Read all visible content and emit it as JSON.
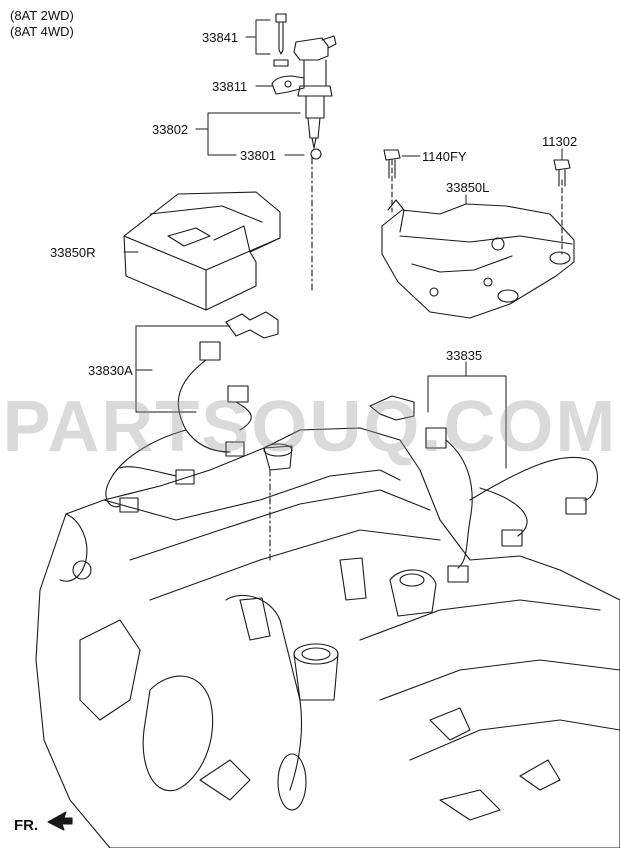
{
  "notes": [
    "(8AT 2WD)",
    "(8AT 4WD)"
  ],
  "parts": {
    "p33841": "33841",
    "p33811": "33811",
    "p33802": "33802",
    "p33801": "33801",
    "p33850R": "33850R",
    "p33830A": "33830A",
    "p1140FY": "1140FY",
    "p11302": "11302",
    "p33850L": "33850L",
    "p33835": "33835"
  },
  "watermark": "PARTSOUQ.COM",
  "direction_label": "FR.",
  "colors": {
    "line": "#1a1a1a",
    "watermark": "#969696"
  }
}
